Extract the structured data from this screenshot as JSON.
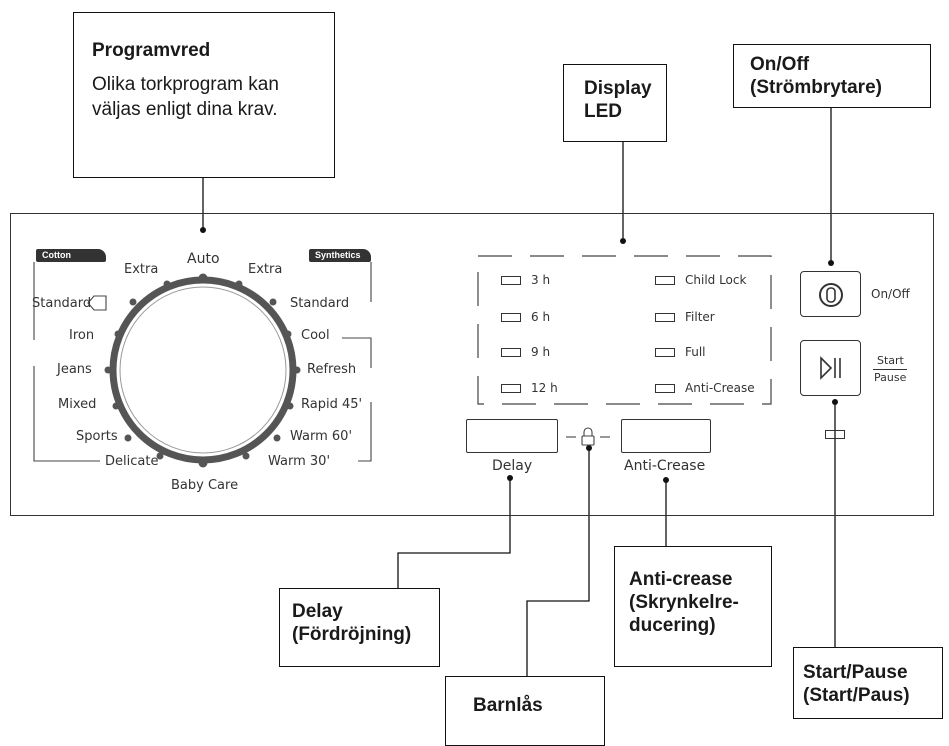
{
  "callouts": {
    "program_title": "Programvred",
    "program_desc_1": "Olika torkprogram kan",
    "program_desc_2": "väljas enligt dina krav.",
    "display_1": "Display",
    "display_2": "LED",
    "onoff_1": "On/Off",
    "onoff_2": "(Strömbrytare)",
    "delay_1": "Delay",
    "delay_2": "(Fördröjning)",
    "anticrease_1": "Anti-crease",
    "anticrease_2": "(Skrynkelre-",
    "anticrease_3": "ducering)",
    "barnlas": "Barnlås",
    "startpause_1": "Start/Pause",
    "startpause_2": "(Start/Paus)"
  },
  "dial": {
    "cotton_tag": "Cotton",
    "synthetics_tag": "Synthetics",
    "auto": "Auto",
    "left": [
      "Extra",
      "Standard",
      "Iron",
      "Jeans",
      "Mixed",
      "Sports",
      "Delicate"
    ],
    "right": [
      "Extra",
      "Standard",
      "Cool",
      "Refresh",
      "Rapid 45'",
      "Warm 60'",
      "Warm 30'"
    ],
    "bottom": "Baby Care"
  },
  "display": {
    "left": [
      "3 h",
      "6 h",
      "9 h",
      "12 h"
    ],
    "right": [
      "Child Lock",
      "Filter",
      "Full",
      "Anti-Crease"
    ]
  },
  "buttons": {
    "delay": "Delay",
    "anticrease": "Anti-Crease",
    "onoff": "On/Off",
    "start": "Start",
    "pause": "Pause"
  }
}
